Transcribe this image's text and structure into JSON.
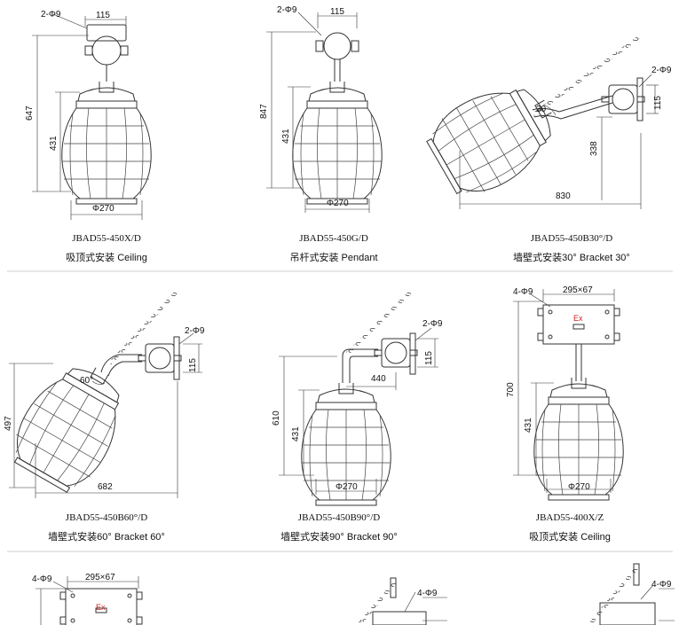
{
  "colors": {
    "line": "#333333",
    "separator": "#cfcfcf",
    "ex_mark": "#d02020",
    "background": "#ffffff"
  },
  "row1": [
    {
      "model": "JBAD55-450X/D",
      "mount": "吸顶式安装 Ceiling",
      "dims": {
        "hole": "2-Φ9",
        "width_top": "115",
        "height_total": "647",
        "height_body": "431",
        "diameter": "Φ270"
      }
    },
    {
      "model": "JBAD55-450G/D",
      "mount": "吊杆式安装 Pendant",
      "dims": {
        "hole": "2-Φ9",
        "width_top": "115",
        "height_total": "847",
        "height_body": "431",
        "diameter": "Φ270"
      }
    },
    {
      "model": "JBAD55-450B30°/D",
      "mount": "墙壁式安装30°   Bracket 30°",
      "dims": {
        "hole": "2-Φ9",
        "bracket": "115",
        "angle": "30",
        "height": "338",
        "length": "830"
      }
    }
  ],
  "row2": [
    {
      "model": "JBAD55-450B60°/D",
      "mount": "墙壁式安装60°   Bracket 60°",
      "dims": {
        "hole": "2-Φ9",
        "bracket": "115",
        "angle": "60°",
        "height": "497",
        "length": "682"
      }
    },
    {
      "model": "JBAD55-450B90°/D",
      "mount": "墙壁式安装90°   Bracket 90°",
      "dims": {
        "hole": "2-Φ9",
        "bracket": "115",
        "arm": "440",
        "height_total": "610",
        "height_body": "431",
        "diameter": "Φ270"
      }
    },
    {
      "model": "JBAD55-400X/Z",
      "mount": "吸顶式安装 Ceiling",
      "dims": {
        "hole": "4-Φ9",
        "box": "295×67",
        "ex": "Ex",
        "height_total": "700",
        "height_body": "431",
        "diameter": "Φ270"
      }
    }
  ],
  "row3": [
    {
      "dims": {
        "hole": "4-Φ9",
        "box": "295×67",
        "ex": "Ex"
      }
    },
    {
      "dims": {
        "hole": "4-Φ9"
      }
    },
    {
      "dims": {
        "hole": "4-Φ9"
      }
    }
  ]
}
